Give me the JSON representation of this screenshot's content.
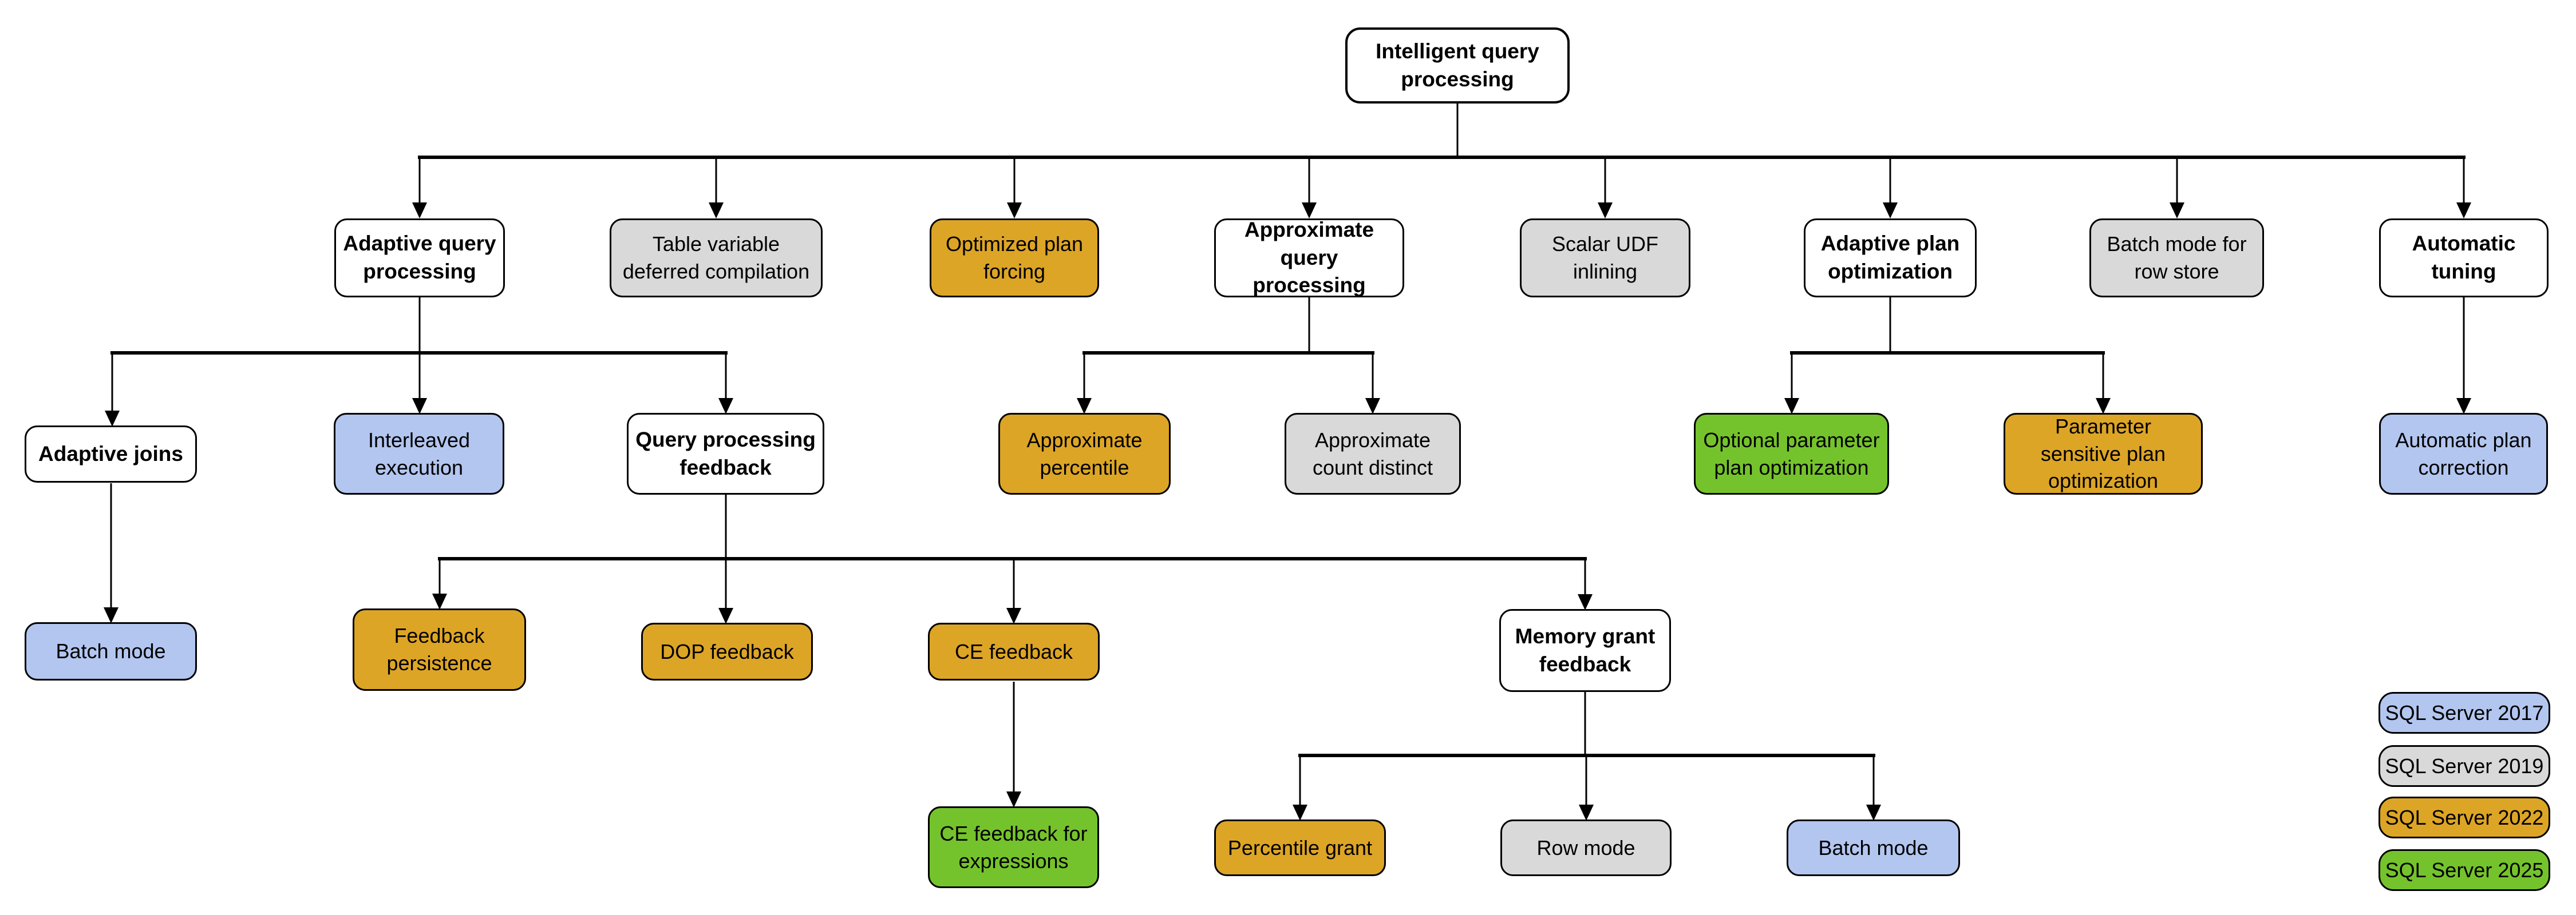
{
  "diagram": {
    "description": "Intelligent query processing feature family tree",
    "nodes": {
      "root": {
        "label": "Intelligent query processing",
        "version": null
      },
      "adaptive_query_processing": {
        "label": "Adaptive query processing",
        "version": null
      },
      "table_variable_deferred_compilation": {
        "label": "Table variable deferred compilation",
        "version": "SQL Server 2019"
      },
      "optimized_plan_forcing": {
        "label": "Optimized plan forcing",
        "version": "SQL Server 2022"
      },
      "approximate_query_processing": {
        "label": "Approximate query processing",
        "version": null
      },
      "scalar_udf_inlining": {
        "label": "Scalar UDF inlining",
        "version": "SQL Server 2019"
      },
      "adaptive_plan_optimization": {
        "label": "Adaptive plan optimization",
        "version": null
      },
      "batch_mode_for_row_store": {
        "label": "Batch mode for row store",
        "version": "SQL Server 2019"
      },
      "automatic_tuning": {
        "label": "Automatic tuning",
        "version": null
      },
      "adaptive_joins": {
        "label": "Adaptive joins",
        "version": null
      },
      "interleaved_execution": {
        "label": "Interleaved execution",
        "version": "SQL Server 2017"
      },
      "query_processing_feedback": {
        "label": "Query processing feedback",
        "version": null
      },
      "approximate_percentile": {
        "label": "Approximate percentile",
        "version": "SQL Server 2022"
      },
      "approximate_count_distinct": {
        "label": "Approximate count distinct",
        "version": "SQL Server 2019"
      },
      "optional_parameter_plan_optimization": {
        "label": "Optional parameter plan optimization",
        "version": "SQL Server 2025"
      },
      "parameter_sensitive_plan_optimization": {
        "label": "Parameter sensitive plan optimization",
        "version": "SQL Server 2022"
      },
      "automatic_plan_correction": {
        "label": "Automatic plan correction",
        "version": "SQL Server 2017"
      },
      "batch_mode_adaptive_joins": {
        "label": "Batch mode",
        "version": "SQL Server 2017"
      },
      "feedback_persistence": {
        "label": "Feedback persistence",
        "version": "SQL Server 2022"
      },
      "dop_feedback": {
        "label": "DOP feedback",
        "version": "SQL Server 2022"
      },
      "ce_feedback": {
        "label": "CE feedback",
        "version": "SQL Server 2022"
      },
      "memory_grant_feedback": {
        "label": "Memory grant feedback",
        "version": null
      },
      "ce_feedback_for_expressions": {
        "label": "CE feedback for expressions",
        "version": "SQL Server 2025"
      },
      "percentile_grant": {
        "label": "Percentile grant",
        "version": "SQL Server 2022"
      },
      "row_mode": {
        "label": "Row mode",
        "version": "SQL Server 2019"
      },
      "batch_mode_memory_grant": {
        "label": "Batch mode",
        "version": "SQL Server 2017"
      }
    },
    "edges": [
      [
        "root",
        "adaptive_query_processing"
      ],
      [
        "root",
        "table_variable_deferred_compilation"
      ],
      [
        "root",
        "optimized_plan_forcing"
      ],
      [
        "root",
        "approximate_query_processing"
      ],
      [
        "root",
        "scalar_udf_inlining"
      ],
      [
        "root",
        "adaptive_plan_optimization"
      ],
      [
        "root",
        "batch_mode_for_row_store"
      ],
      [
        "root",
        "automatic_tuning"
      ],
      [
        "adaptive_query_processing",
        "adaptive_joins"
      ],
      [
        "adaptive_query_processing",
        "interleaved_execution"
      ],
      [
        "adaptive_query_processing",
        "query_processing_feedback"
      ],
      [
        "approximate_query_processing",
        "approximate_percentile"
      ],
      [
        "approximate_query_processing",
        "approximate_count_distinct"
      ],
      [
        "adaptive_plan_optimization",
        "optional_parameter_plan_optimization"
      ],
      [
        "adaptive_plan_optimization",
        "parameter_sensitive_plan_optimization"
      ],
      [
        "automatic_tuning",
        "automatic_plan_correction"
      ],
      [
        "adaptive_joins",
        "batch_mode_adaptive_joins"
      ],
      [
        "query_processing_feedback",
        "feedback_persistence"
      ],
      [
        "query_processing_feedback",
        "dop_feedback"
      ],
      [
        "query_processing_feedback",
        "ce_feedback"
      ],
      [
        "query_processing_feedback",
        "memory_grant_feedback"
      ],
      [
        "ce_feedback",
        "ce_feedback_for_expressions"
      ],
      [
        "memory_grant_feedback",
        "percentile_grant"
      ],
      [
        "memory_grant_feedback",
        "row_mode"
      ],
      [
        "memory_grant_feedback",
        "batch_mode_memory_grant"
      ]
    ]
  },
  "legend": {
    "items": [
      {
        "label": "SQL Server 2017",
        "color": "#B3C6F0"
      },
      {
        "label": "SQL Server 2019",
        "color": "#D9D9D9"
      },
      {
        "label": "SQL Server 2022",
        "color": "#DDA526"
      },
      {
        "label": "SQL Server 2025",
        "color": "#75C32C"
      }
    ]
  },
  "colors": {
    "box_border": "#000000",
    "connector": "#000000",
    "heading_fill": "#FFFFFF",
    "text": "#000000"
  }
}
